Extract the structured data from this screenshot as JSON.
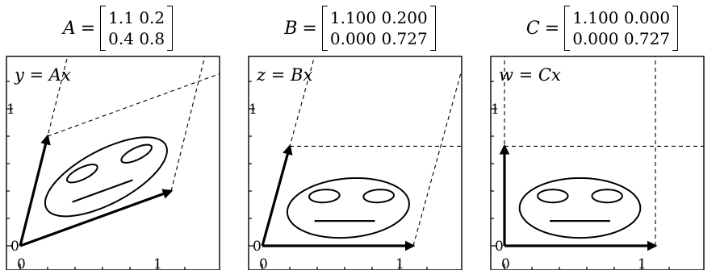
{
  "panels": [
    {
      "title_lhs": "A",
      "title_eq": "=",
      "rows": [
        "1.1 0.2",
        "0.4 0.8"
      ],
      "map_label": "y = Ax",
      "matrix": [
        [
          1.1,
          0.2
        ],
        [
          0.4,
          0.8
        ]
      ]
    },
    {
      "title_lhs": "B",
      "title_eq": "=",
      "rows": [
        "1.100 0.200",
        "0.000 0.727"
      ],
      "map_label": "z = Bx",
      "matrix": [
        [
          1.1,
          0.2
        ],
        [
          0.0,
          0.727
        ]
      ]
    },
    {
      "title_lhs": "C",
      "title_eq": "=",
      "rows": [
        "1.100 0.000",
        "0.000 0.727"
      ],
      "map_label": "w = Cx",
      "matrix": [
        [
          1.1,
          0.0
        ],
        [
          0.0,
          0.727
        ]
      ]
    }
  ],
  "ticks": {
    "x_zero": "0",
    "x_one": "1",
    "y_zero": "0",
    "y_one": "1"
  },
  "colors": {
    "ink": "#000000",
    "background": "#ffffff"
  }
}
